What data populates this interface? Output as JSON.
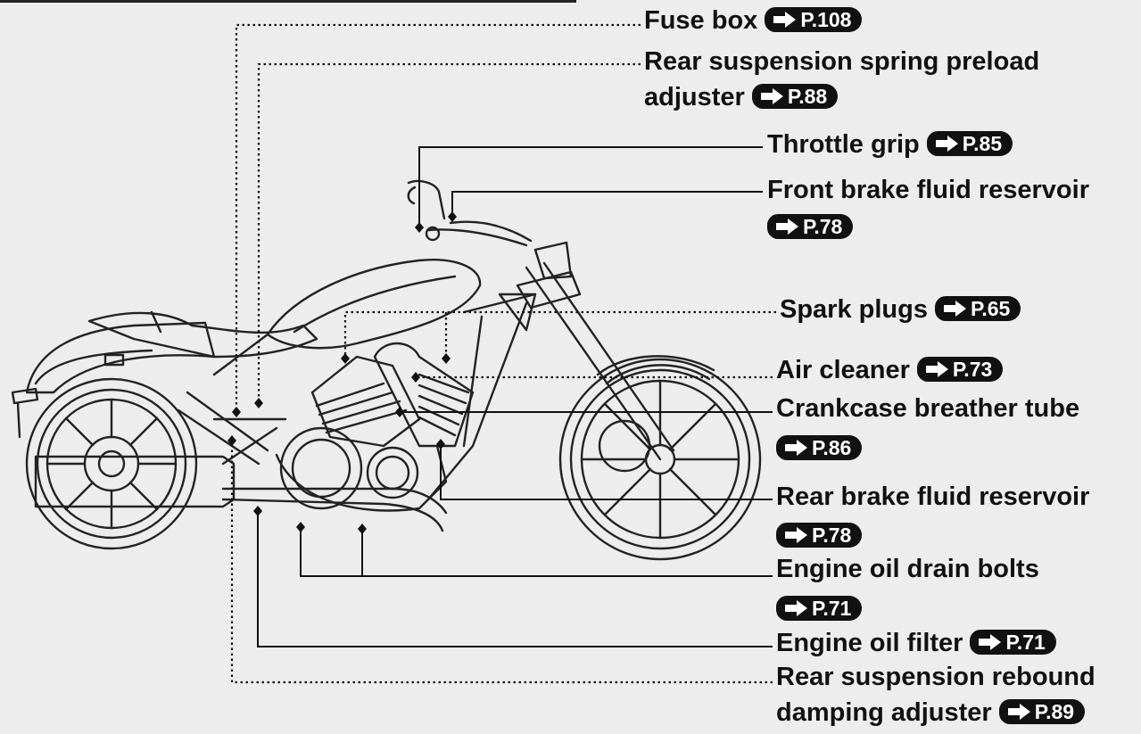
{
  "callouts": [
    {
      "id": "fuse-box",
      "text": "Fuse box",
      "ref": "P.108"
    },
    {
      "id": "rear-suspension-spring-preload-adjuster",
      "text_line1": "Rear suspension spring preload",
      "text_line2": "adjuster",
      "ref": "P.88"
    },
    {
      "id": "throttle-grip",
      "text": "Throttle grip",
      "ref": "P.85"
    },
    {
      "id": "front-brake-fluid-reservoir",
      "text": "Front brake fluid reservoir",
      "ref": "P.78"
    },
    {
      "id": "spark-plugs",
      "text": "Spark plugs",
      "ref": "P.65"
    },
    {
      "id": "air-cleaner",
      "text": "Air cleaner",
      "ref": "P.73"
    },
    {
      "id": "crankcase-breather-tube",
      "text": "Crankcase breather tube",
      "ref": "P.86"
    },
    {
      "id": "rear-brake-fluid-reservoir",
      "text": "Rear brake fluid reservoir",
      "ref": "P.78"
    },
    {
      "id": "engine-oil-drain-bolts",
      "text": "Engine oil drain bolts",
      "ref": "P.71"
    },
    {
      "id": "engine-oil-filter",
      "text": "Engine oil filter",
      "ref": "P.71"
    },
    {
      "id": "rear-suspension-rebound-damping-adjuster",
      "text_line1": "Rear suspension rebound",
      "text_line2": "damping adjuster",
      "ref": "P.89"
    }
  ],
  "colors": {
    "line": "#111111",
    "background": "#ededed",
    "badge": "#111111"
  },
  "icons": {
    "reference-arrow": "arrow-right-icon"
  }
}
